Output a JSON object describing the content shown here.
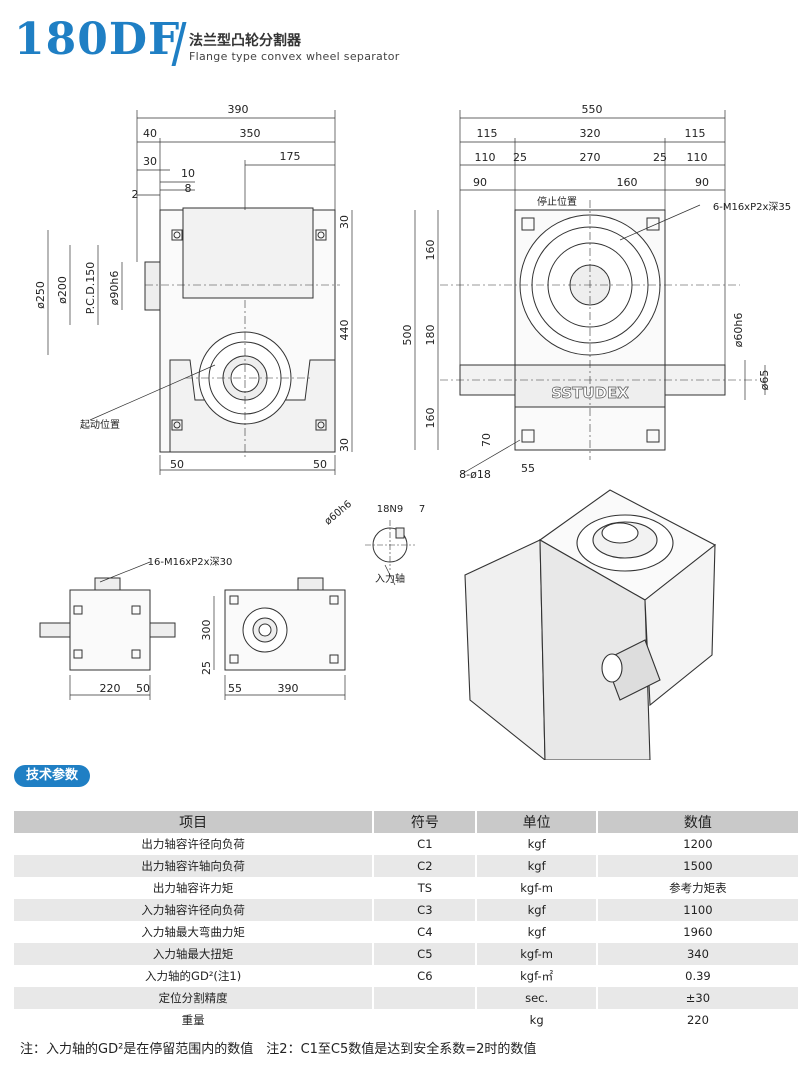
{
  "header": {
    "model": "180DF",
    "title_cn": "法兰型凸轮分割器",
    "title_en": "Flange type convex wheel separator",
    "accent": "#1f7fc4"
  },
  "drawing": {
    "front_dims": {
      "d390": "390",
      "d350": "350",
      "d40": "40",
      "d175": "175",
      "d30": "30",
      "d10": "10",
      "d8": "8",
      "d2": "2",
      "dia250": "ø250",
      "dia200": "ø200",
      "pcd": "P.C.D.150",
      "dia90": "ø90h6",
      "d440": "440",
      "d30r1": "30",
      "d30r2": "30",
      "d50l": "50",
      "d50r": "50",
      "start_pos": "起动位置"
    },
    "side_dims": {
      "d550": "550",
      "d115l": "115",
      "d320": "320",
      "d115r": "115",
      "d110l": "110",
      "d25l": "25",
      "d270": "270",
      "d25r": "25",
      "d110r": "110",
      "d90l": "90",
      "d160": "160",
      "d90r": "90",
      "stop_pos": "停止位置",
      "thread": "6-M16xP2x深35",
      "d500": "500",
      "d160a": "160",
      "d180": "180",
      "d160b": "160",
      "d70": "70",
      "holes": "8-ø18",
      "d55": "55",
      "dia60": "ø60h6",
      "dia65": "ø65",
      "brand": "SSTUDEX"
    },
    "bottom_dims": {
      "thread": "16-M16xP2x深30",
      "d220": "220",
      "d50": "50",
      "d300": "300",
      "d25": "25",
      "d55": "55",
      "d390": "390",
      "shaft_dia": "ø60h6",
      "key": "18N9",
      "key7": "7",
      "input_shaft": "入力轴"
    }
  },
  "section": {
    "title": "技术参数"
  },
  "table": {
    "headers": [
      "项目",
      "符号",
      "单位",
      "数值"
    ],
    "rows": [
      [
        "出力轴容许径向负荷",
        "C1",
        "kgf",
        "1200"
      ],
      [
        "出力轴容许轴向负荷",
        "C2",
        "kgf",
        "1500"
      ],
      [
        "出力轴容许力矩",
        "TS",
        "kgf-m",
        "参考力矩表"
      ],
      [
        "入力轴容许径向负荷",
        "C3",
        "kgf",
        "1100"
      ],
      [
        "入力轴最大弯曲力矩",
        "C4",
        "kgf",
        "1960"
      ],
      [
        "入力轴最大扭矩",
        "C5",
        "kgf-m",
        "340"
      ],
      [
        "入力轴的GD²(注1)",
        "C6",
        "kgf-㎡",
        "0.39"
      ],
      [
        "定位分割精度",
        "",
        "sec.",
        "±30"
      ],
      [
        "重量",
        "",
        "kg",
        "220"
      ]
    ]
  },
  "note": "注：入力轴的GD²是在停留范围内的数值　注2：C1至C5数值是达到安全系数=2时的数值"
}
